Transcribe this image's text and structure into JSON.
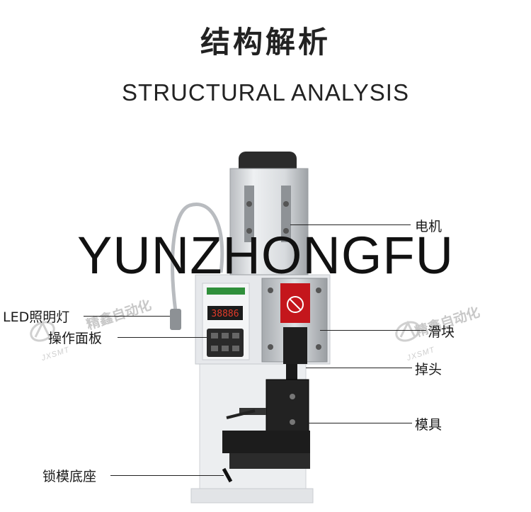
{
  "header": {
    "title_cn": "结构解析",
    "title_en": "STRUCTURAL ANALYSIS"
  },
  "overlay_watermark": "YUNZHONGFU",
  "brand_logo": {
    "text": "精鑫自动化",
    "sub": "JXSMT"
  },
  "panel_display": "38886",
  "callouts": {
    "motor": "电机",
    "led_light": "LED照明灯",
    "control_panel": "操作面板",
    "slider": "滑块",
    "drop_head": "掉头",
    "mold": "模具",
    "mold_lock_base": "锁模底座"
  },
  "colors": {
    "machine_body": "#e9ebee",
    "motor_top": "#2b2b2b",
    "label_red": "#c4161c",
    "display_red": "#e23b2a",
    "panel_green": "#2f8f3a"
  }
}
